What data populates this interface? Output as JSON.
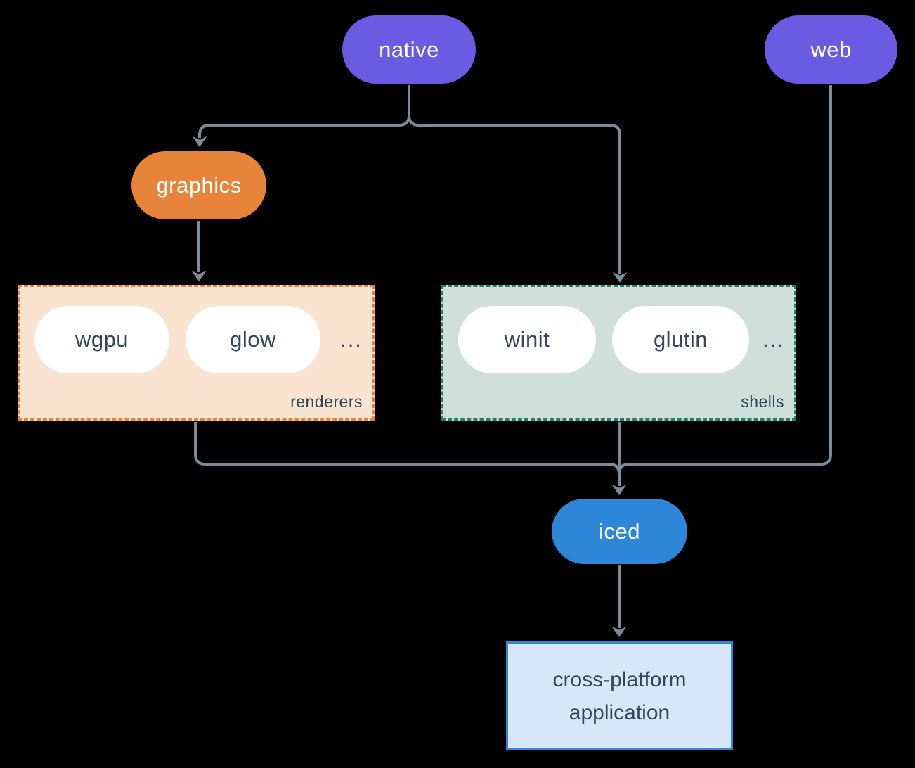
{
  "diagram": {
    "nodes": {
      "native": "native",
      "web": "web",
      "graphics": "graphics",
      "iced": "iced",
      "application": {
        "line1": "cross-platform",
        "line2": "application"
      }
    },
    "renderers": {
      "label": "renderers",
      "items": [
        "wgpu",
        "glow"
      ],
      "more": "..."
    },
    "shells": {
      "label": "shells",
      "items": [
        "winit",
        "glutin"
      ],
      "more": "..."
    },
    "colors": {
      "background": "#000000",
      "node_purple": "#6A5BE2",
      "node_orange": "#E8833A",
      "node_blue": "#2E86D8",
      "edge_gray": "#7D8A98",
      "renderers_fill": "#F9E3D1",
      "renderers_border": "#E8833A",
      "shells_fill": "#CFE0DA",
      "shells_border": "#23806F",
      "app_fill": "#D8E7F7",
      "app_border": "#2E86DE",
      "dark_text": "#33475B",
      "light_text": "#FFFFFF"
    }
  }
}
